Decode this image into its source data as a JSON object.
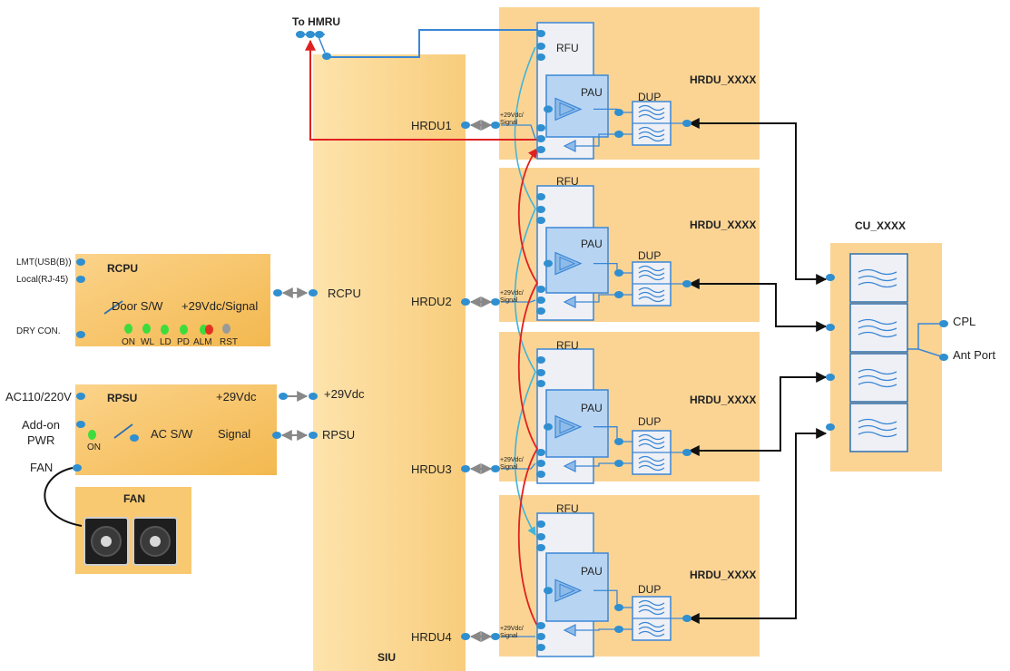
{
  "colors": {
    "panel_orange": "#f7c56a",
    "siu_bg": "#fbd99a",
    "rfu_fill": "#eef0f5",
    "pau_fill": "#b7d5f3",
    "line_blue": "#3a86d6",
    "line_red": "#e02020",
    "line_cyan": "#41b4d8",
    "node_blue": "#2f8fd0",
    "led_green": "#3ddc3d",
    "led_red": "#e53020",
    "led_gray": "#9a9a9a"
  },
  "top": {
    "to_hmru": "To HMRU"
  },
  "siu": {
    "label": "SIU",
    "ports": {
      "rcpu": "RCPU",
      "p29": "+29Vdc",
      "rpsu": "RPSU"
    }
  },
  "hrdu_ports": [
    "HRDU1",
    "HRDU2",
    "HRDU3",
    "HRDU4"
  ],
  "signal_label": {
    "line1": "+29Vdc/",
    "line2": "Signal"
  },
  "hrdu_modules": [
    {
      "name": "HRDU_XXXX",
      "rfu": "RFU",
      "pau": "PAU",
      "dup": "DUP"
    },
    {
      "name": "HRDU_XXXX",
      "rfu": "RFU",
      "pau": "PAU",
      "dup": "DUP"
    },
    {
      "name": "HRDU_XXXX",
      "rfu": "RFU",
      "pau": "PAU",
      "dup": "DUP"
    },
    {
      "name": "HRDU_XXXX",
      "rfu": "RFU",
      "pau": "PAU",
      "dup": "DUP"
    }
  ],
  "cu": {
    "title": "CU_XXXX",
    "cpl": "CPL",
    "ant": "Ant Port"
  },
  "rcpu": {
    "title": "RCPU",
    "lmt": "LMT(USB(B))",
    "local": "Local(RJ-45)",
    "dry": "DRY CON.",
    "door": "Door S/W",
    "signal": "+29Vdc/Signal",
    "leds": [
      "ON",
      "WL",
      "LD",
      "PD",
      "ALM",
      "RST"
    ]
  },
  "rpsu": {
    "title": "RPSU",
    "ac": "AC110/220V",
    "addon1": "Add-on",
    "addon2": "PWR",
    "fan": "FAN",
    "p29": "+29Vdc",
    "acsw": "AC S/W",
    "signal": "Signal",
    "on": "ON"
  },
  "fan_unit": {
    "title": "FAN"
  }
}
